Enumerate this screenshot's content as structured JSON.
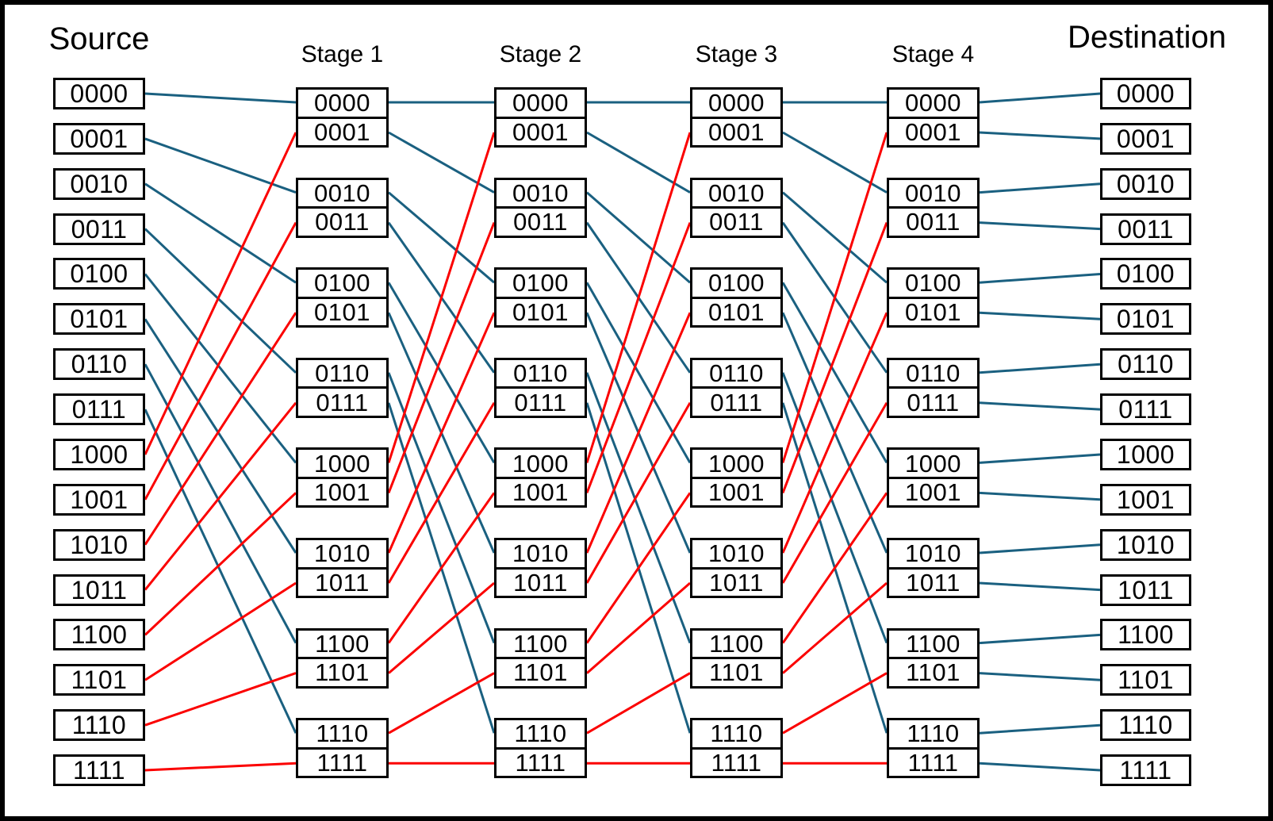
{
  "diagram": {
    "source_label": "Source",
    "destination_label": "Destination",
    "stage_labels": [
      "Stage 1",
      "Stage 2",
      "Stage 3",
      "Stage 4"
    ],
    "node_values": [
      "0000",
      "0001",
      "0010",
      "0011",
      "0100",
      "0101",
      "0110",
      "0111",
      "1000",
      "1001",
      "1010",
      "1011",
      "1100",
      "1101",
      "1110",
      "1111"
    ],
    "colors": {
      "blue_link": "#1A6080",
      "red_link": "#FB0000",
      "box_border": "#000000",
      "frame_border": "#000000",
      "background": "#FFFFFF",
      "text": "#000000"
    },
    "shuffle_edges": [
      [
        0,
        0,
        "blue"
      ],
      [
        1,
        2,
        "blue"
      ],
      [
        2,
        4,
        "blue"
      ],
      [
        3,
        6,
        "blue"
      ],
      [
        4,
        8,
        "blue"
      ],
      [
        5,
        10,
        "blue"
      ],
      [
        6,
        12,
        "blue"
      ],
      [
        7,
        14,
        "blue"
      ],
      [
        8,
        1,
        "red"
      ],
      [
        9,
        3,
        "red"
      ],
      [
        10,
        5,
        "red"
      ],
      [
        11,
        7,
        "red"
      ],
      [
        12,
        9,
        "red"
      ],
      [
        13,
        11,
        "red"
      ],
      [
        14,
        13,
        "red"
      ],
      [
        15,
        15,
        "red"
      ]
    ],
    "identity_edges": [
      [
        0,
        0,
        "blue"
      ],
      [
        1,
        1,
        "blue"
      ],
      [
        2,
        2,
        "blue"
      ],
      [
        3,
        3,
        "blue"
      ],
      [
        4,
        4,
        "blue"
      ],
      [
        5,
        5,
        "blue"
      ],
      [
        6,
        6,
        "blue"
      ],
      [
        7,
        7,
        "blue"
      ],
      [
        8,
        8,
        "blue"
      ],
      [
        9,
        9,
        "blue"
      ],
      [
        10,
        10,
        "blue"
      ],
      [
        11,
        11,
        "blue"
      ],
      [
        12,
        12,
        "blue"
      ],
      [
        13,
        13,
        "blue"
      ],
      [
        14,
        14,
        "blue"
      ],
      [
        15,
        15,
        "blue"
      ]
    ],
    "gaps": [
      {
        "from": "Source",
        "to": "Stage 1",
        "pattern": "shuffle"
      },
      {
        "from": "Stage 1",
        "to": "Stage 2",
        "pattern": "shuffle"
      },
      {
        "from": "Stage 2",
        "to": "Stage 3",
        "pattern": "shuffle"
      },
      {
        "from": "Stage 3",
        "to": "Stage 4",
        "pattern": "shuffle"
      },
      {
        "from": "Stage 4",
        "to": "Destination",
        "pattern": "identity"
      }
    ]
  }
}
